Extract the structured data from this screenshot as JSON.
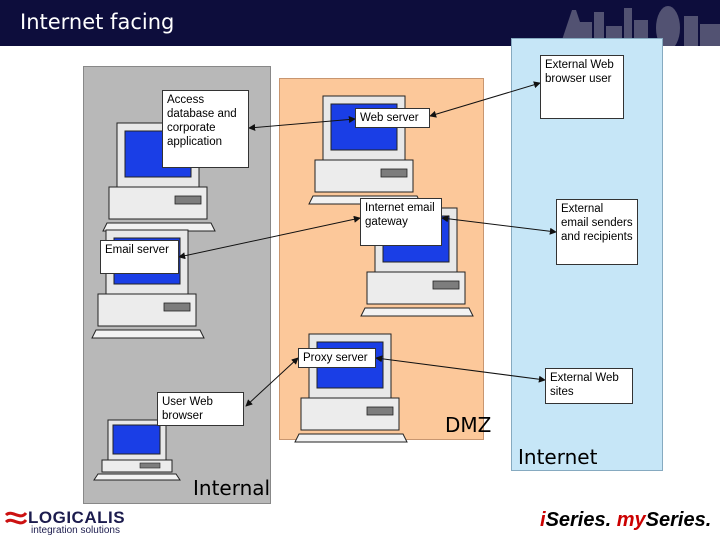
{
  "header": {
    "title": "Internet facing"
  },
  "zones": {
    "internal": "Internal",
    "dmz": "DMZ",
    "internet": "Internet"
  },
  "nodes": {
    "access_db": "Access database and corporate application",
    "web_server": "Web server",
    "internet_email_gateway": "Internet email gateway",
    "email_server": "Email server",
    "proxy_server": "Proxy server",
    "user_web_browser": "User Web browser",
    "external_browser": "External Web browser user",
    "external_email": "External email senders and recipients",
    "external_sites": "External Web sites"
  },
  "footer": {
    "logo_name": "LOGICALIS",
    "logo_sub": "integration solutions",
    "tagline_part1": "i",
    "tagline_part2": "Series. ",
    "tagline_part3": "my",
    "tagline_part4": "Series."
  },
  "colors": {
    "header": "#0d0d3c",
    "dmz": "#fcc89a",
    "internal": "#b8b8b8",
    "internet": "#c6e6f7",
    "screen": "#1a3ee6"
  }
}
